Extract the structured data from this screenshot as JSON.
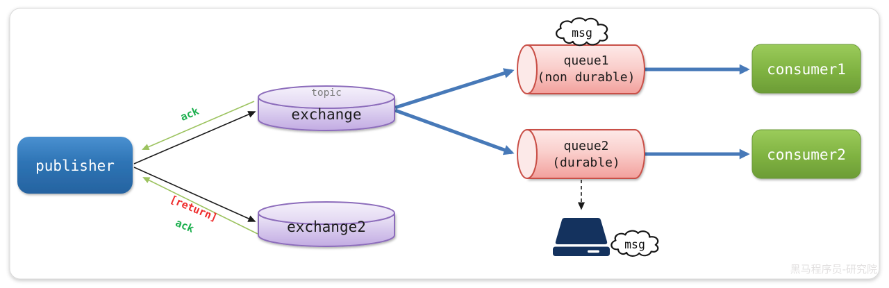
{
  "watermark": "黑马程序员-研究院",
  "colors": {
    "publisher_blue": "#2E74B5",
    "exchange_purple_border": "#8C6CBB",
    "queue_pink_border": "#C94F47",
    "consumer_green": "#7FB241",
    "arrow_blue": "#4779B8",
    "arrow_green": "#9CC35F",
    "arrow_black": "#1A1A1A",
    "label_green": "#1CAF4E",
    "label_red": "#EE2B2B",
    "badge_gray": "#7A7A7A",
    "disk_navy": "#14325E",
    "watermark_gray": "#E2E0E0"
  },
  "nodes": {
    "publisher": {
      "label": "publisher"
    },
    "exchange": {
      "badge": "topic",
      "label": "exchange"
    },
    "exchange2": {
      "label": "exchange2"
    },
    "queue1": {
      "label": "queue1",
      "sublabel": "(non durable)"
    },
    "queue2": {
      "label": "queue2",
      "sublabel": "(durable)"
    },
    "consumer1": {
      "label": "consumer1"
    },
    "consumer2": {
      "label": "consumer2"
    }
  },
  "clouds": {
    "top": "msg",
    "bottom": "msg"
  },
  "edge_labels": {
    "ack_to_exchange": "ack",
    "return_label": "[return]",
    "ack_to_exchange2": "ack"
  }
}
